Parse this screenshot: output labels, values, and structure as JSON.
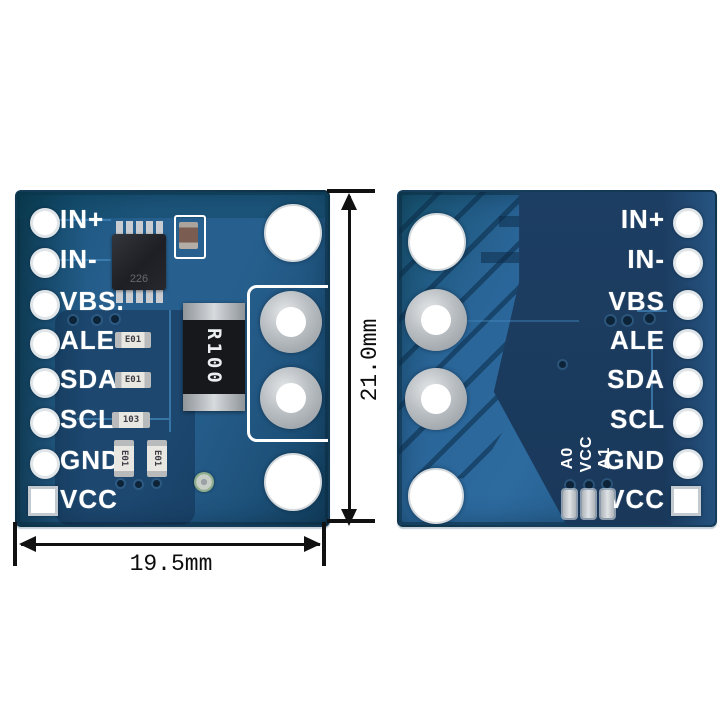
{
  "front": {
    "pins": [
      "IN+",
      "IN-",
      "VBS.",
      "ALE",
      "SDA",
      "SCL",
      "GND",
      "VCC"
    ],
    "shunt_resistor_label": "R100",
    "ic_marking": "226",
    "resistor_markings": [
      "E01",
      "E01",
      "103",
      "E01",
      "E01"
    ]
  },
  "back": {
    "pins": [
      "IN+",
      "IN-",
      "VBS",
      "ALE",
      "SDA",
      "SCL",
      "GND",
      "VCC"
    ],
    "jumper_labels": [
      "A0",
      "VCC",
      "A1"
    ]
  },
  "dims": {
    "height": "21.0mm",
    "width": "19.5mm"
  },
  "colors": {
    "background": "#ffffff",
    "pcb_blue": "#27608f",
    "pcb_dark_navy": "#1b3a5c",
    "pcb_teal_edge": "#0f4b66",
    "silkscreen": "#ffffff",
    "dimension_ink": "#111111",
    "shunt_body": "#17181c",
    "metal_silver": "#c4c9cd",
    "via_green_ring": "#8fae8e"
  }
}
